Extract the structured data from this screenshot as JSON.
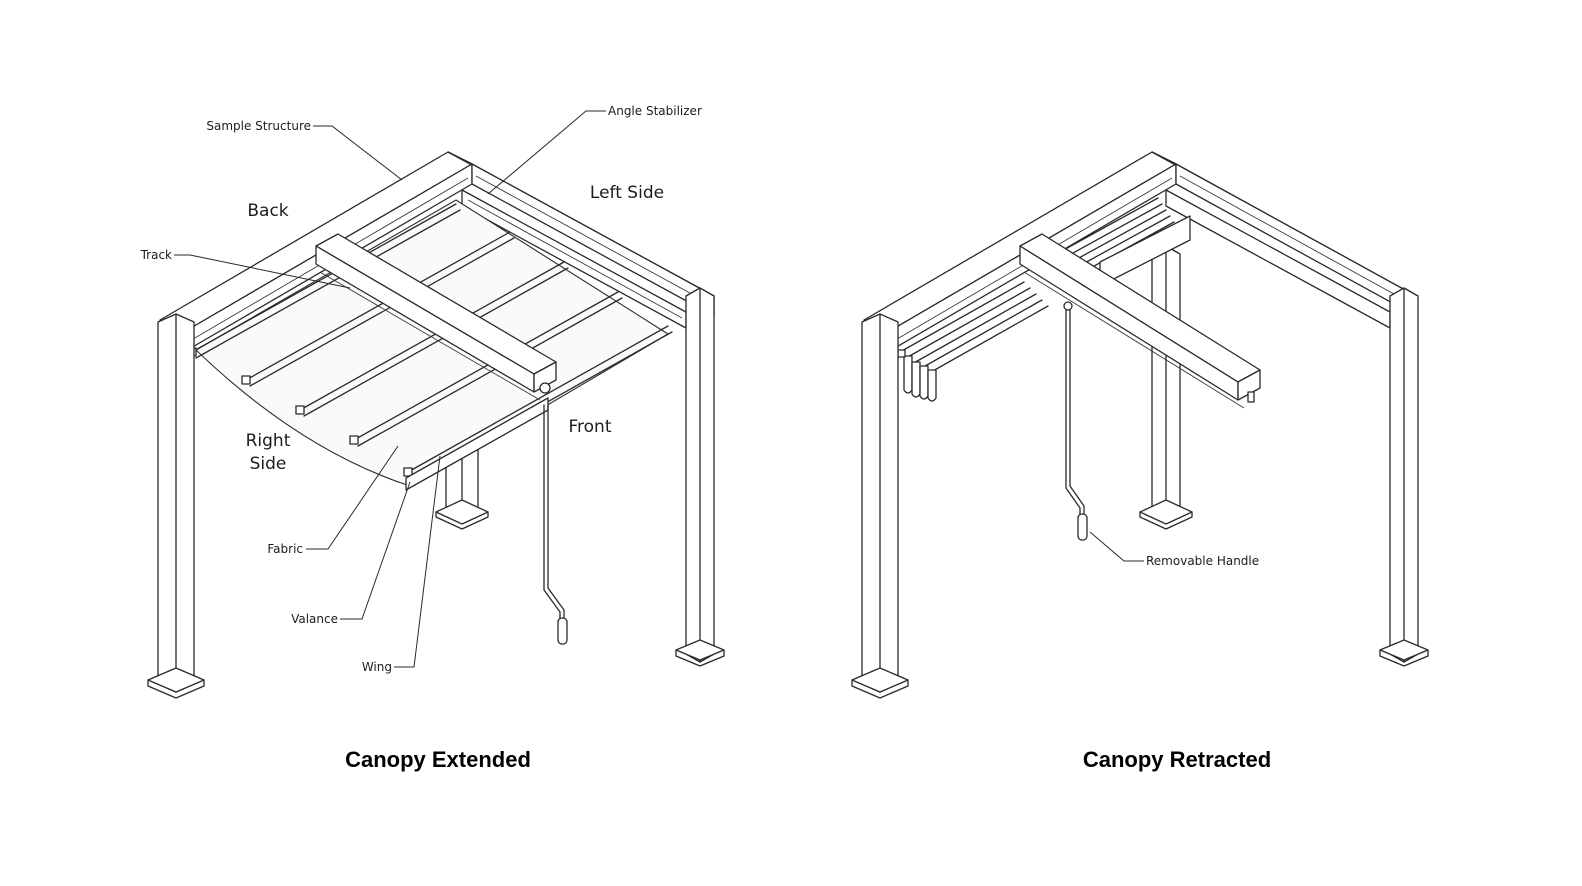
{
  "extended": {
    "title": "Canopy Extended",
    "labels": {
      "sample_structure": "Sample Structure",
      "angle_stabilizer": "Angle Stabilizer",
      "back": "Back",
      "left_side": "Left Side",
      "track": "Track",
      "right_side_line1": "Right",
      "right_side_line2": "Side",
      "front": "Front",
      "fabric": "Fabric",
      "valance": "Valance",
      "wing": "Wing"
    }
  },
  "retracted": {
    "title": "Canopy Retracted",
    "labels": {
      "removable_handle": "Removable Handle"
    }
  }
}
